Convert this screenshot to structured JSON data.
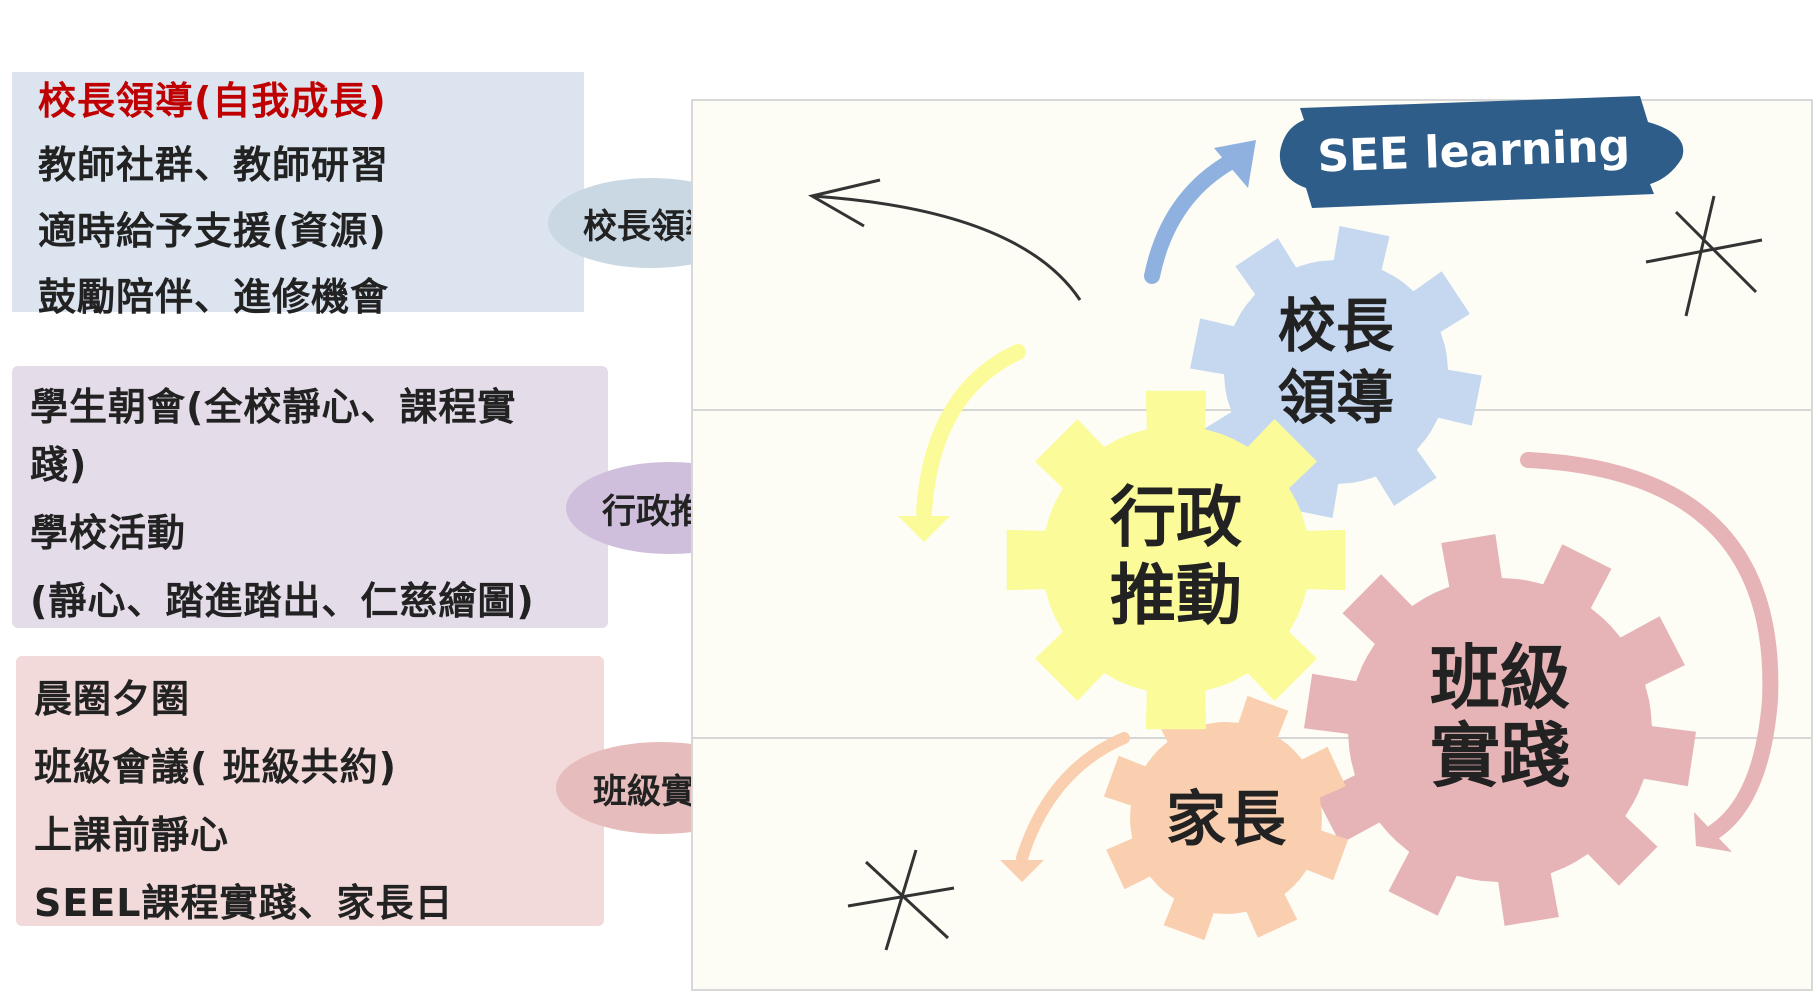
{
  "panels": {
    "principal": {
      "heading": "校長領導(自我成長)",
      "lines": [
        "教師社群、教師研習",
        "適時給予支援(資源)",
        "鼓勵陪伴、進修機會"
      ],
      "tag": "校長領導"
    },
    "admin": {
      "lines": [
        "學生朝會(全校靜心、課程實",
        "踐)",
        "學校活動",
        "(靜心、踏進踏出、仁慈繪圖)"
      ],
      "tag": "行政推動"
    },
    "class": {
      "lines": [
        "晨圈夕圈",
        "班級會議( 班級共約)",
        "上課前靜心",
        " SEEL課程實踐、家長日"
      ],
      "tag": "班級實踐"
    }
  },
  "banner": "SEE learning",
  "gears": {
    "principal": [
      "校長",
      "領導"
    ],
    "admin": [
      "行政",
      "推動"
    ],
    "class": [
      "班級",
      "實踐"
    ],
    "parents": "家長"
  },
  "colors": {
    "blue_gear": "#c6d8f0",
    "yellow_gear": "#fbfb9a",
    "pink_gear": "#e6b4b6",
    "peach_gear": "#f9cfb0",
    "banner": "#2f5d8a"
  }
}
